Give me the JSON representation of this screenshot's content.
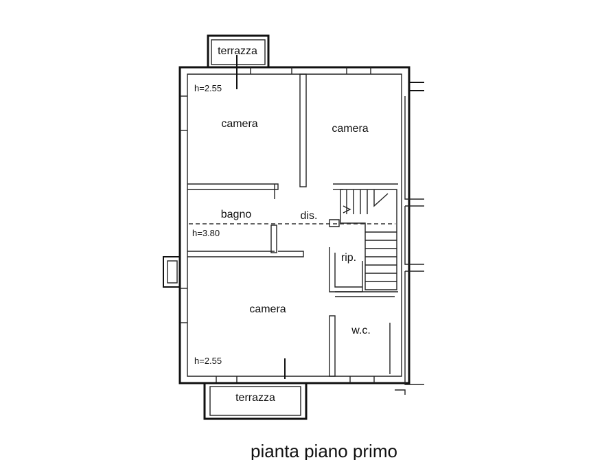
{
  "rooms": {
    "terrazza_top": "terrazza",
    "camera_top_left": "camera",
    "camera_top_right": "camera",
    "bagno": "bagno",
    "dis": "dis.",
    "rip": "rip.",
    "camera_bottom": "camera",
    "wc": "w.c.",
    "terrazza_bottom": "terrazza"
  },
  "heights": {
    "top_left": "h=2.55",
    "middle": "h=3.80",
    "bottom_left": "h=2.55"
  },
  "caption": "pianta piano primo"
}
